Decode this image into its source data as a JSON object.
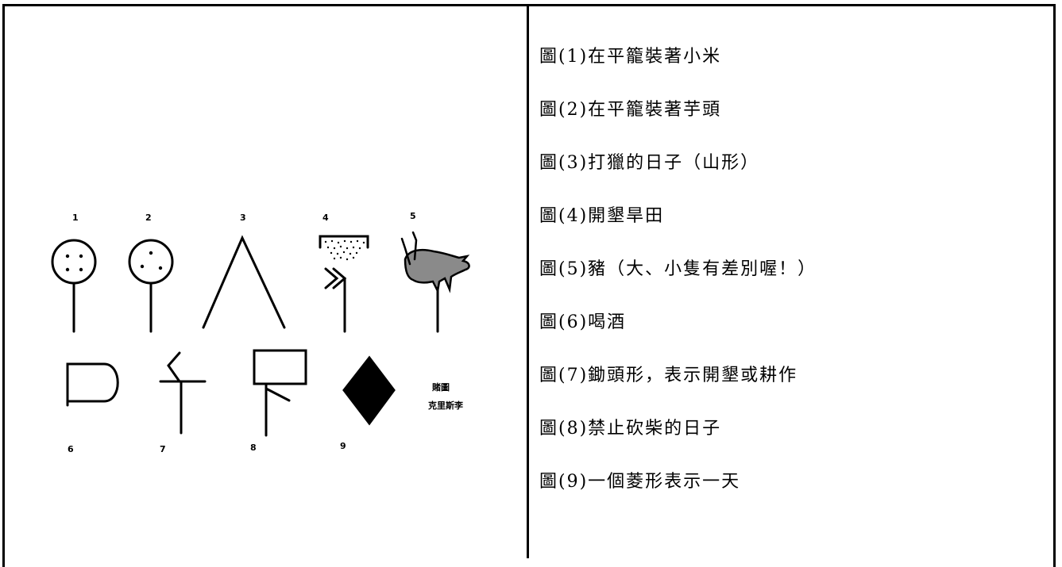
{
  "figure": {
    "numbers": [
      "1",
      "2",
      "3",
      "4",
      "5",
      "6",
      "7",
      "8",
      "9"
    ],
    "caption_line1": "賭圖",
    "caption_line2": "克里斯李",
    "colors": {
      "ink": "#000000",
      "pig_fill": "#8a8a8a"
    }
  },
  "descriptions": [
    "圖(1)在平籠裝著小米",
    "圖(2)在平籠裝著芋頭",
    "圖(3)打獵的日子（山形）",
    "圖(4)開墾旱田",
    "圖(5)豬（大、小隻有差別喔！）",
    "圖(6)喝酒",
    "圖(7)鋤頭形，表示開墾或耕作",
    "圖(8)禁止砍柴的日子",
    "圖(9)一個菱形表示一天"
  ]
}
